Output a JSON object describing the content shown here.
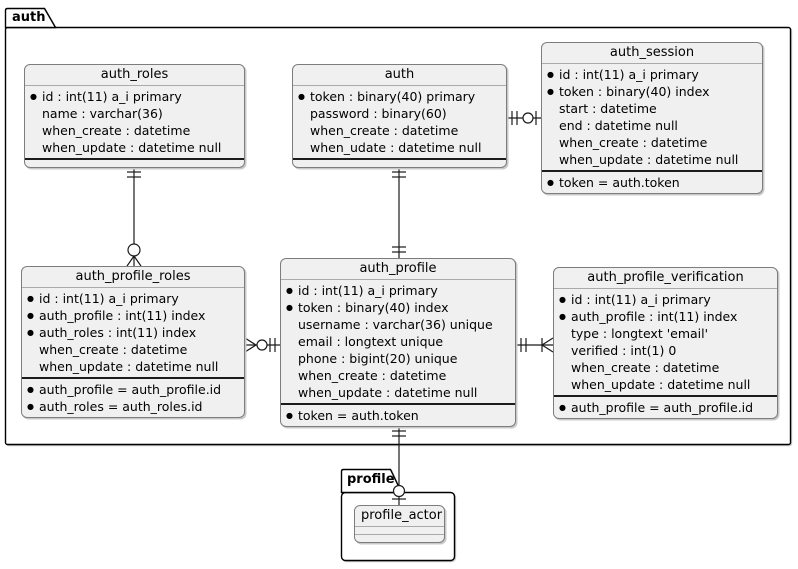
{
  "diagram": {
    "kind": "entity-relationship"
  },
  "packages": {
    "auth": {
      "label": "auth"
    },
    "profile": {
      "label": "profile"
    }
  },
  "bullet_glyph": "●",
  "tables": {
    "auth_roles": {
      "title": "auth_roles",
      "attributes": [
        {
          "marker": "●",
          "text": "id : int(11) a_i primary"
        },
        {
          "marker": "",
          "text": "name : varchar(36)"
        },
        {
          "marker": "",
          "text": "when_create : datetime"
        },
        {
          "marker": "",
          "text": "when_update : datetime null"
        }
      ],
      "footer": []
    },
    "auth": {
      "title": "auth",
      "attributes": [
        {
          "marker": "●",
          "text": "token : binary(40) primary"
        },
        {
          "marker": "",
          "text": "password : binary(60)"
        },
        {
          "marker": "",
          "text": "when_create : datetime"
        },
        {
          "marker": "",
          "text": "when_udate : datetime null"
        }
      ],
      "footer": []
    },
    "auth_session": {
      "title": "auth_session",
      "attributes": [
        {
          "marker": "●",
          "text": "id : int(11) a_i primary"
        },
        {
          "marker": "●",
          "text": "token : binary(40) index"
        },
        {
          "marker": "",
          "text": "start : datetime"
        },
        {
          "marker": "",
          "text": "end : datetime null"
        },
        {
          "marker": "",
          "text": "when_create : datetime"
        },
        {
          "marker": "",
          "text": "when_update : datetime null"
        }
      ],
      "footer": [
        {
          "marker": "●",
          "text": "token = auth.token"
        }
      ]
    },
    "auth_profile_roles": {
      "title": "auth_profile_roles",
      "attributes": [
        {
          "marker": "●",
          "text": "id : int(11) a_i primary"
        },
        {
          "marker": "●",
          "text": "auth_profile : int(11) index"
        },
        {
          "marker": "●",
          "text": "auth_roles : int(11) index"
        },
        {
          "marker": "",
          "text": "when_create : datetime"
        },
        {
          "marker": "",
          "text": "when_update : datetime null"
        }
      ],
      "footer": [
        {
          "marker": "●",
          "text": "auth_profile = auth_profile.id"
        },
        {
          "marker": "●",
          "text": "auth_roles = auth_roles.id"
        }
      ]
    },
    "auth_profile": {
      "title": "auth_profile",
      "attributes": [
        {
          "marker": "●",
          "text": "id : int(11) a_i primary"
        },
        {
          "marker": "●",
          "text": "token : binary(40) index"
        },
        {
          "marker": "",
          "text": "username : varchar(36) unique"
        },
        {
          "marker": "",
          "text": "email : longtext unique"
        },
        {
          "marker": "",
          "text": "phone : bigint(20) unique"
        },
        {
          "marker": "",
          "text": "when_create : datetime"
        },
        {
          "marker": "",
          "text": "when_update : datetime null"
        }
      ],
      "footer": [
        {
          "marker": "●",
          "text": "token = auth.token"
        }
      ]
    },
    "auth_profile_verification": {
      "title": "auth_profile_verification",
      "attributes": [
        {
          "marker": "●",
          "text": "id : int(11) a_i primary"
        },
        {
          "marker": "●",
          "text": "auth_profile : int(11) index"
        },
        {
          "marker": "",
          "text": "type : longtext 'email'"
        },
        {
          "marker": "",
          "text": "verified : int(1) 0"
        },
        {
          "marker": "",
          "text": "when_create : datetime"
        },
        {
          "marker": "",
          "text": "when_update : datetime null"
        }
      ],
      "footer": [
        {
          "marker": "●",
          "text": "auth_profile = auth_profile.id"
        }
      ]
    },
    "profile_actor": {
      "title": "profile_actor",
      "attributes": [],
      "footer": []
    }
  },
  "relations": [
    {
      "from": "auth_roles",
      "to": "auth_profile_roles",
      "from_end": "exactly-one",
      "to_end": "zero-or-many"
    },
    {
      "from": "auth",
      "to": "auth_session",
      "from_end": "exactly-one",
      "to_end": "zero-or-one"
    },
    {
      "from": "auth",
      "to": "auth_profile",
      "from_end": "exactly-one",
      "to_end": "exactly-one"
    },
    {
      "from": "auth_profile_roles",
      "to": "auth_profile",
      "from_end": "zero-or-many",
      "to_end": "exactly-one"
    },
    {
      "from": "auth_profile",
      "to": "auth_profile_verification",
      "from_end": "exactly-one",
      "to_end": "one-or-many"
    },
    {
      "from": "auth_profile",
      "to": "profile_actor",
      "from_end": "exactly-one",
      "to_end": "zero-or-one"
    }
  ],
  "colors": {
    "table_fill": "#f0f0f0",
    "table_border": "#7d7d7d",
    "package_border": "#000000",
    "relation_line": "#1a1a1a"
  }
}
